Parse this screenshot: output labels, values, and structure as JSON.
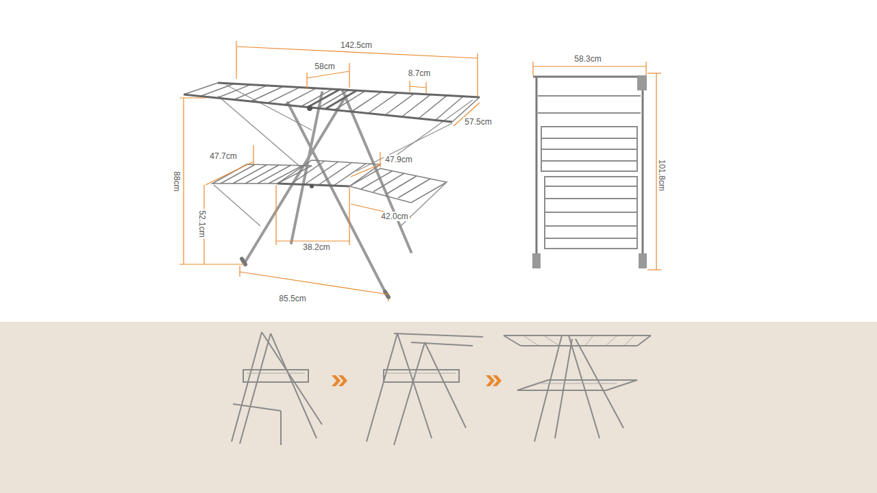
{
  "diagram": {
    "labels": [
      "142.5cm",
      "58cm",
      "8.7cm",
      "57.5cm",
      "47.7cm",
      "47.9cm",
      "88cm",
      "52.1cm",
      "42.0cm",
      "38.2cm",
      "85.5cm",
      "58.3cm",
      "101.8cm"
    ]
  }
}
